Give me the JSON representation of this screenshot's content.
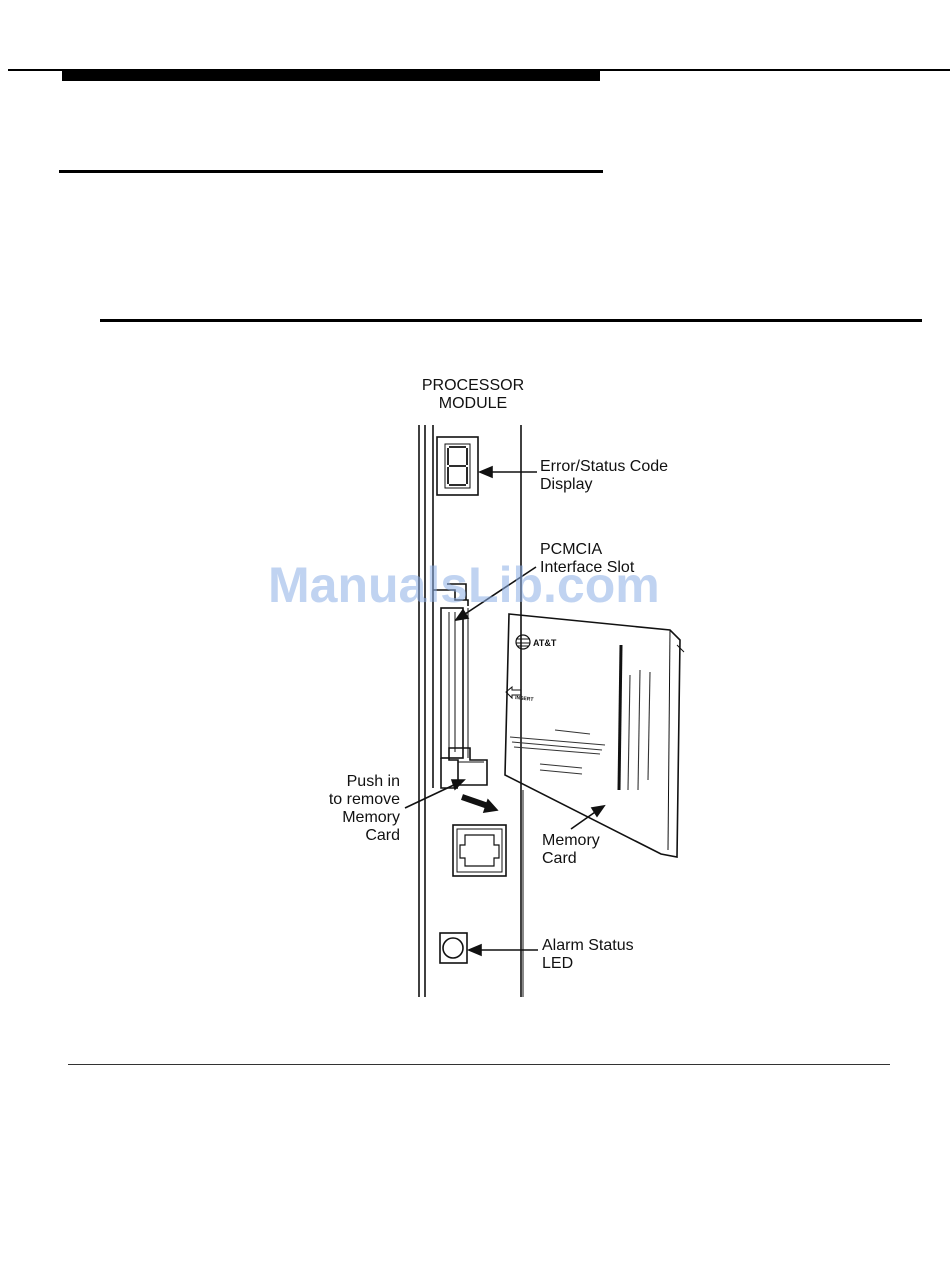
{
  "figure": {
    "module_title": [
      "PROCESSOR",
      "MODULE"
    ],
    "labels": {
      "error_status": [
        "Error/Status Code",
        "Display"
      ],
      "pcmcia": [
        "PCMCIA",
        "Interface Slot"
      ],
      "push_in": [
        "Push in",
        "to remove",
        "Memory",
        "Card"
      ],
      "memory_card": [
        "Memory",
        "Card"
      ],
      "alarm_led": [
        "Alarm Status",
        "LED"
      ]
    },
    "card_logo_text": "AT&T",
    "card_insert_text": "INSERT"
  },
  "watermark": "ManualsLib.com",
  "colors": {
    "ink": "#111111",
    "rule": "#000000",
    "watermark": "#8cafe6"
  },
  "icons": [
    "seven-segment-display-icon",
    "arrow-icon",
    "led-icon",
    "rj-jack-icon"
  ]
}
